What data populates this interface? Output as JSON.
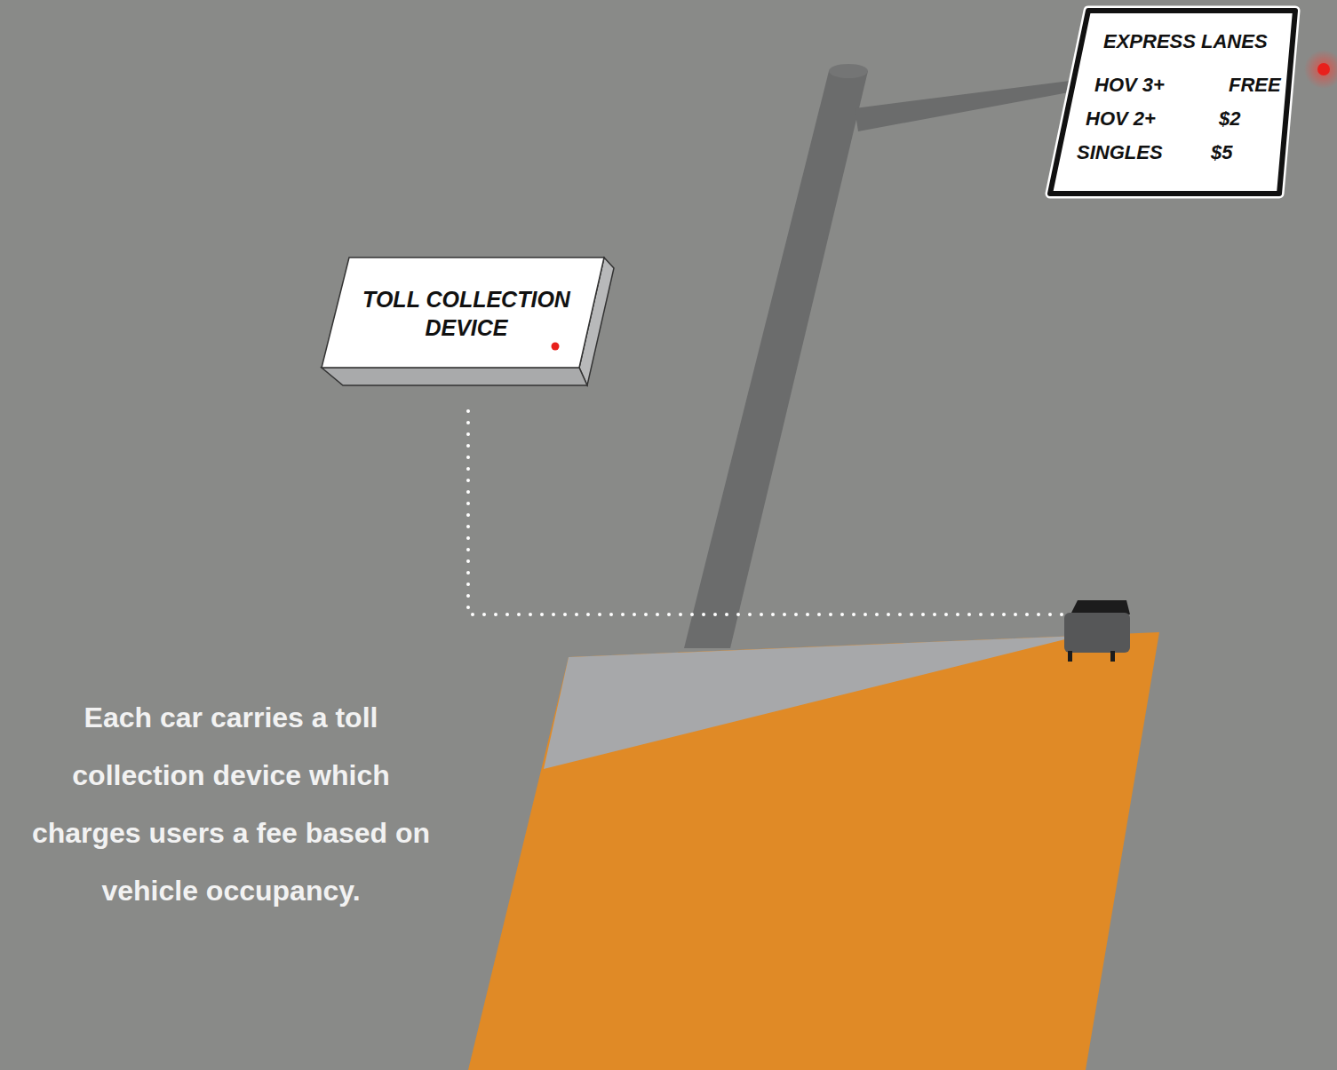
{
  "diagram": {
    "caption": "Each car carries a toll collection device which charges users a fee based on vehicle occupancy.",
    "nodes": [
      {
        "text": [
          "EXPRESS LANES",
          "HOV 3+",
          "FREE",
          "HOV 2+",
          "$2",
          "SINGLES",
          "$5"
        ]
      },
      {
        "text": [
          "TOLL COLLECTION DEVICE"
        ]
      }
    ]
  }
}
